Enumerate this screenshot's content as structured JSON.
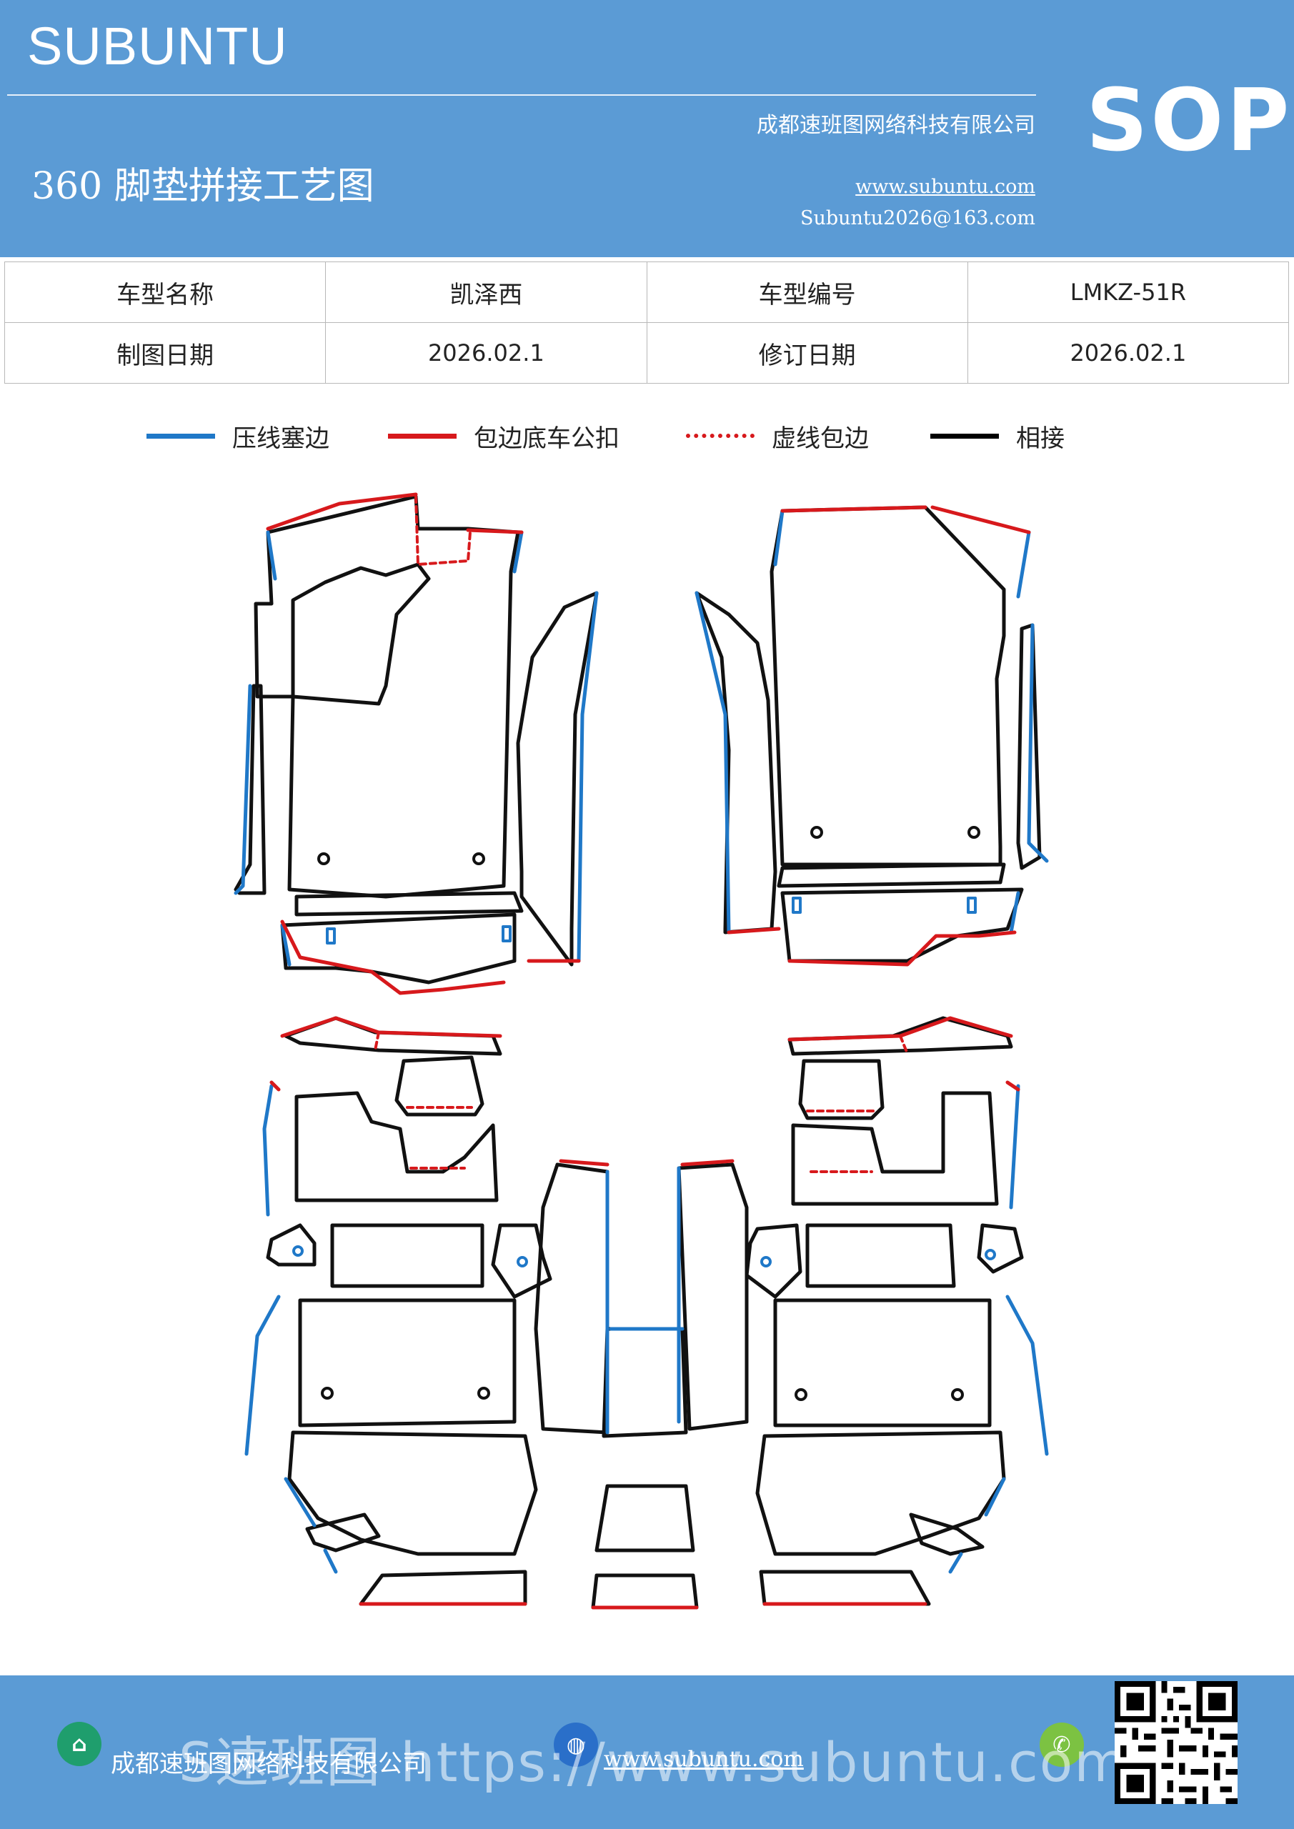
{
  "header": {
    "brand": "SUBUNTU",
    "doc_type": "SOP",
    "company": "成都速班图网络科技有限公司",
    "website": "www.subuntu.com",
    "email": "Subuntu2026@163.com",
    "title": "360 脚垫拼接工艺图",
    "background": "#5b9bd5"
  },
  "info_table": [
    [
      "车型名称",
      "凯泽西",
      "车型编号",
      "LMKZ-51R"
    ],
    [
      "制图日期",
      "2026.02.1",
      "修订日期",
      "2026.02.1"
    ]
  ],
  "legend": [
    {
      "label": "压线塞边",
      "color": "#1f78c8",
      "style": "solid"
    },
    {
      "label": "包边底车公扣",
      "color": "#d7191c",
      "style": "solid"
    },
    {
      "label": "虚线包边",
      "color": "#d7191c",
      "style": "dotted"
    },
    {
      "label": "相接",
      "color": "#000000",
      "style": "solid"
    }
  ],
  "footer": {
    "company": "成都速班图网络科技有限公司",
    "website": "www.subuntu.com",
    "watermark": "S速班图 https://www.subuntu.com",
    "background": "#5b9bd5",
    "icons": [
      "building-icon",
      "globe-icon",
      "wechat-icon"
    ]
  }
}
